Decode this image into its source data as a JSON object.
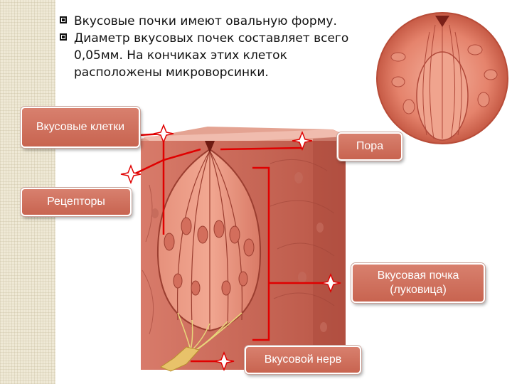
{
  "bullets": [
    {
      "text": "Вкусовые почки имеют овальную форму."
    },
    {
      "text": "Диаметр вкусовых почек составляет всего 0,05мм. На кончиках этих клеток расположены микроворсинки."
    }
  ],
  "labels": {
    "taste_cells": "Вкусовые клетки",
    "receptors": "Рецепторы",
    "pore": "Пора",
    "taste_bud": "Вкусовая почка (луковица)",
    "taste_nerve": "Вкусовой нерв"
  },
  "colors": {
    "tissue": "#c8594a",
    "tissue_light": "#e8907d",
    "pointer": "#e00000",
    "label_bg": "#d07260"
  }
}
